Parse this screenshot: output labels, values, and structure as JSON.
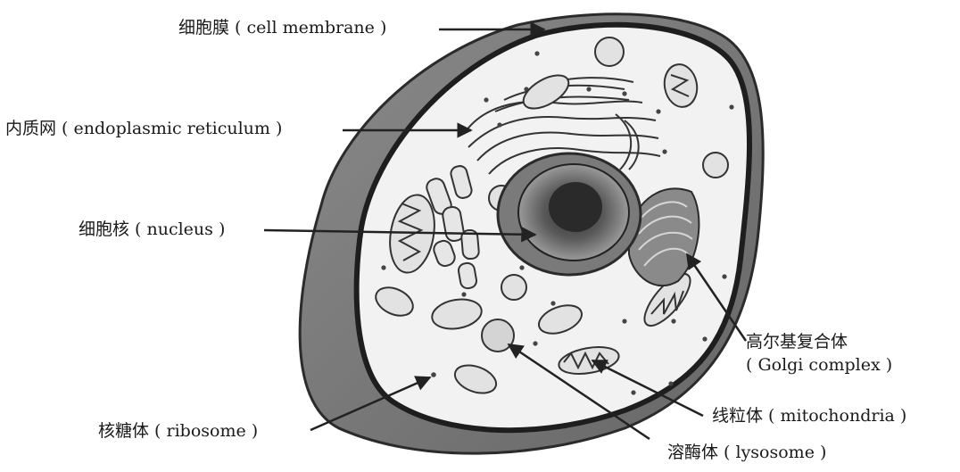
{
  "diagram": {
    "labels": {
      "cell_membrane": "细胞膜 ( cell membrane )",
      "er": "内质网 ( endoplasmic reticulum )",
      "nucleus": "细胞核 ( nucleus )",
      "golgi_cn": "高尔基复合体",
      "golgi_en": "( Golgi complex )",
      "mitochondria": "线粒体 ( mitochondria )",
      "ribosome": "核糖体 ( ribosome )",
      "lysosome": "溶酶体 ( lysosome )"
    },
    "colors": {
      "outline": "#2b2b2b",
      "wall_fill": "#7d7d7d",
      "cytoplasm": "#f2f2f2",
      "organelle": "#e2e2e2",
      "nucleus_ring": "#6a6a6a",
      "nucleolus": "#3a3a3a"
    }
  }
}
